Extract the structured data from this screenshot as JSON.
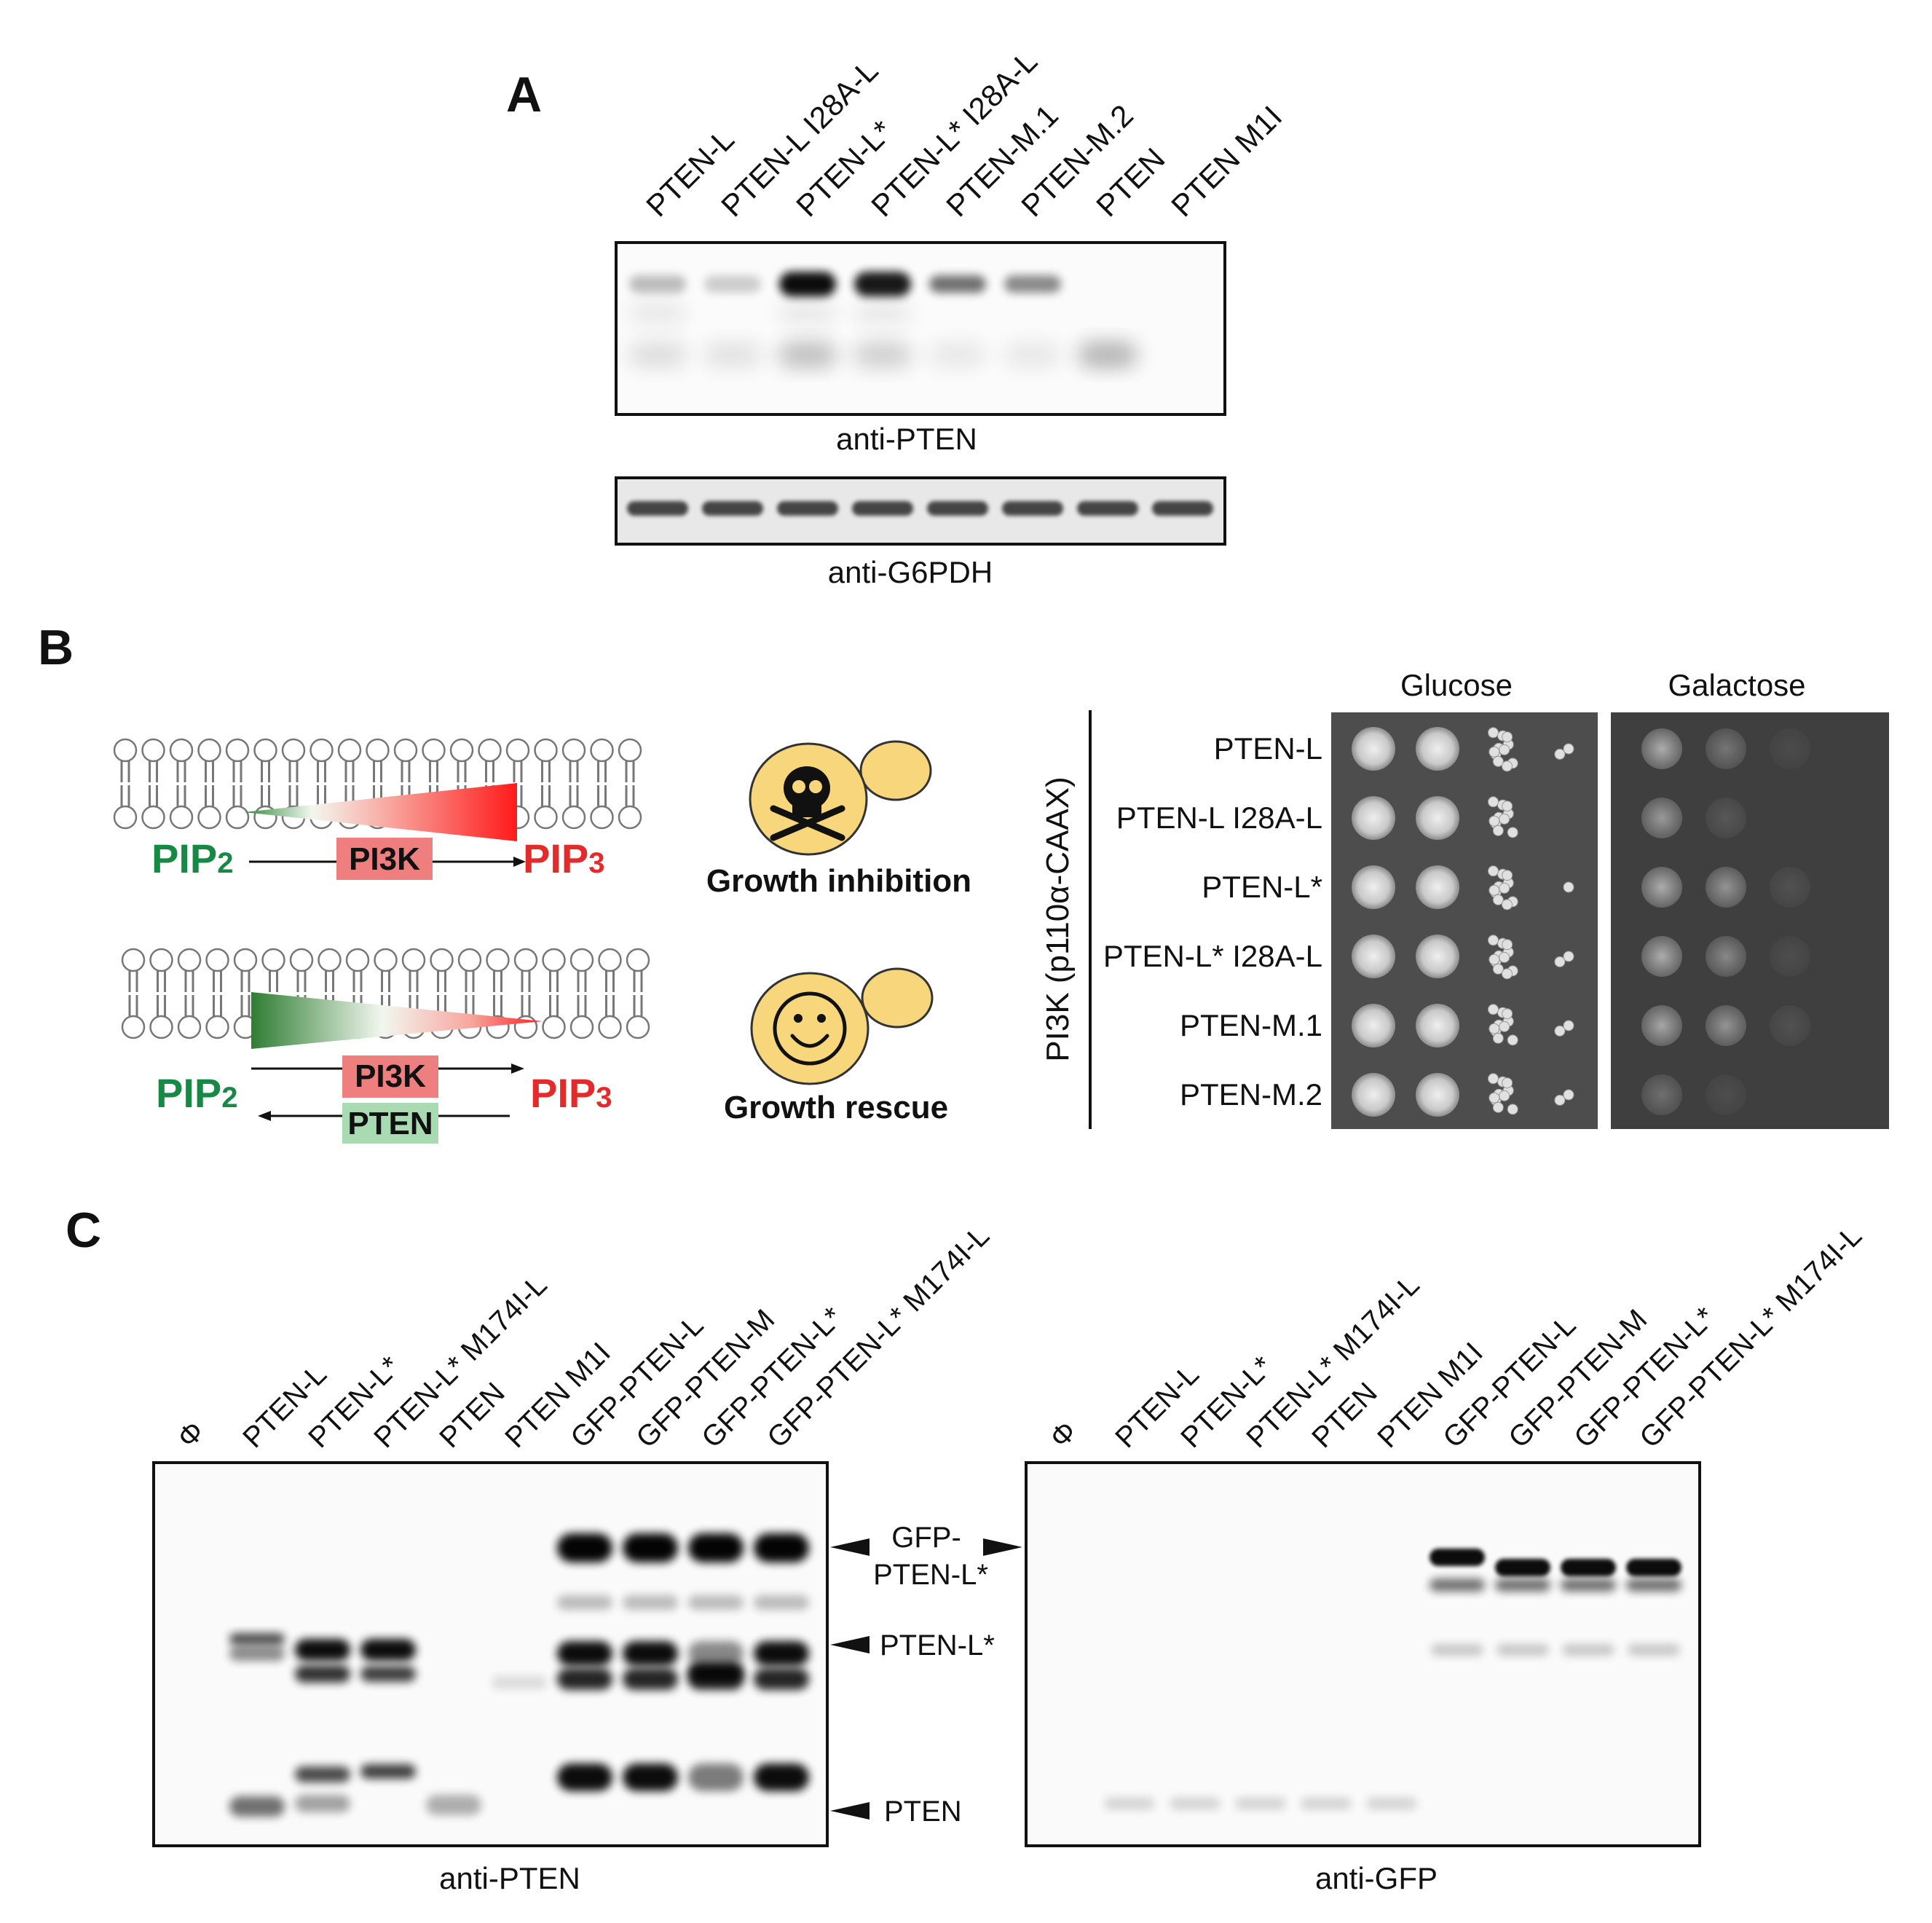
{
  "panels": {
    "a": "A",
    "b": "B",
    "c": "C"
  },
  "panel_a": {
    "lanes": [
      "PTEN-L",
      "PTEN-L I28A-L",
      "PTEN-L*",
      "PTEN-L* I28A-L",
      "PTEN-M.1",
      "PTEN-M.2",
      "PTEN",
      "PTEN M1I"
    ],
    "blot1_label": "anti-PTEN",
    "blot2_label": "anti-G6PDH"
  },
  "panel_b": {
    "top": {
      "left": "PIP",
      "left_sub": "2",
      "enzyme": "PI3K",
      "right": "PIP",
      "right_sub": "3",
      "caption": "Growth inhibition"
    },
    "bottom": {
      "left": "PIP",
      "left_sub": "2",
      "enzyme1": "PI3K",
      "enzyme2": "PTEN",
      "right": "PIP",
      "right_sub": "3",
      "caption": "Growth rescue"
    },
    "vertical_label": "PI3K (p110α-CAAX)",
    "media": [
      "Glucose",
      "Galactose"
    ],
    "rows": [
      "PTEN-L",
      "PTEN-L I28A-L",
      "PTEN-L*",
      "PTEN-L* I28A-L",
      "PTEN-M.1",
      "PTEN-M.2"
    ],
    "colors": {
      "pip2": "#168a44",
      "pip3": "#e32b2b",
      "pi3k_box": "#ef7f7f",
      "pten_box": "#a9dbb3"
    }
  },
  "panel_c": {
    "lanes": [
      "Φ",
      "PTEN-L",
      "PTEN-L*",
      "PTEN-L* M174I-L",
      "PTEN",
      "PTEN M1I",
      "GFP-PTEN-L",
      "GFP-PTEN-M",
      "GFP-PTEN-L*",
      "GFP-PTEN-L* M174I-L"
    ],
    "markers": {
      "gfp_line1": "GFP-",
      "gfp_line2": "PTEN-L*",
      "ptenl": "PTEN-L*",
      "pten": "PTEN"
    },
    "blot1_label": "anti-PTEN",
    "blot2_label": "anti-GFP"
  }
}
